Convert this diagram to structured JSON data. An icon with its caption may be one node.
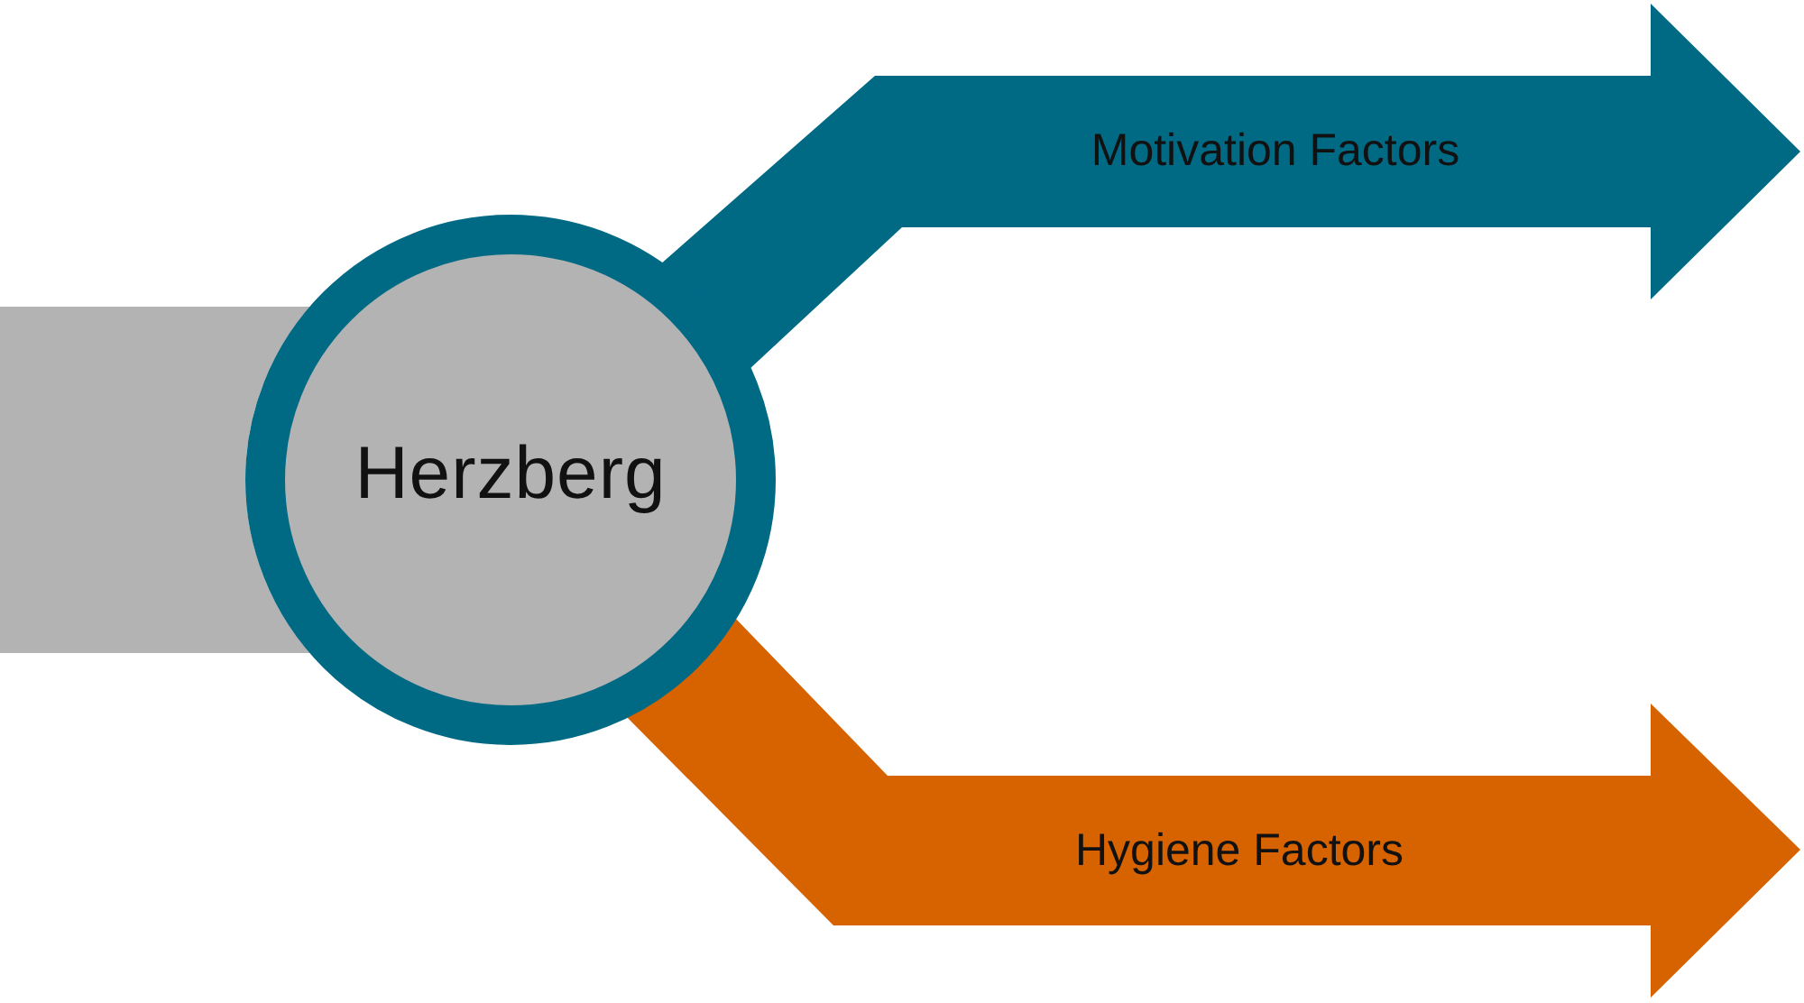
{
  "diagram": {
    "nodes": [
      {
        "text": [],
        "shape": "bar"
      },
      {
        "text": [
          "Herzberg"
        ]
      },
      {
        "text": [
          "Motivation Factors"
        ]
      },
      {
        "text": [
          "Hygiene Factors"
        ]
      }
    ]
  }
}
